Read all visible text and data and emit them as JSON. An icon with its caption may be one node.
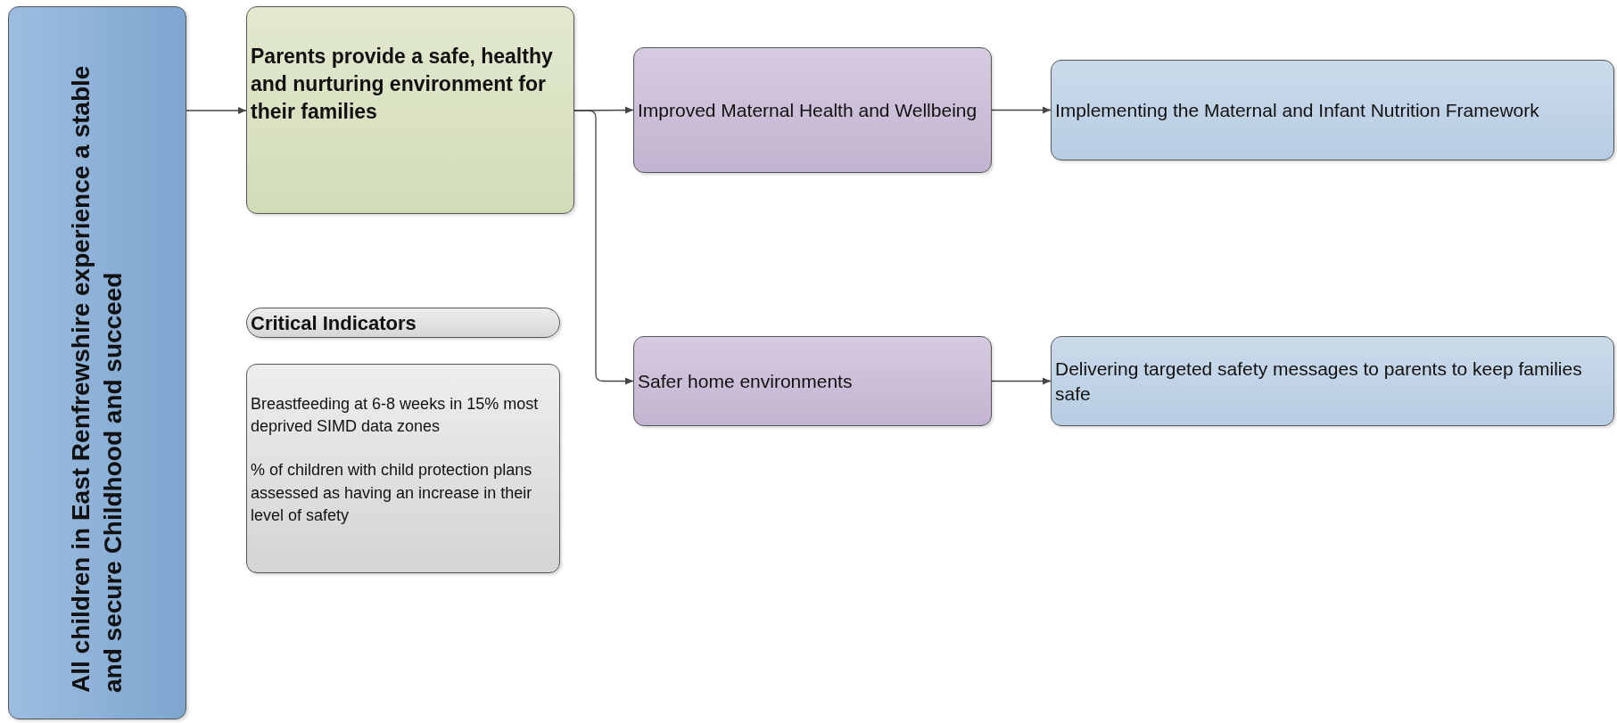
{
  "diagram": {
    "nodes": [
      {
        "text": [
          "All children in East Renfrewshire experience a stable and secure Childhood and succeed"
        ]
      },
      {
        "text": [
          "Parents provide a safe, healthy and nurturing environment for their families"
        ]
      },
      {
        "text": [
          "Improved Maternal Health and Wellbeing"
        ]
      },
      {
        "text": [
          "Safer home environments"
        ]
      },
      {
        "text": [
          "Implementing the Maternal and Infant Nutrition Framework"
        ]
      },
      {
        "text": [
          "Delivering targeted safety messages to parents to keep families safe"
        ]
      },
      {
        "text": [
          "Critical Indicators"
        ]
      },
      {
        "text": [
          "Breastfeeding at 6-8 weeks in 15% most deprived SIMD data zones",
          "% of children with child protection plans assessed as having an increase in their  level of safety"
        ]
      }
    ],
    "edges": [
      {
        "from": 0,
        "to": 1,
        "arrow": "to"
      },
      {
        "from": 1,
        "to": 2,
        "arrow": "to"
      },
      {
        "from": 1,
        "to": 3,
        "arrow": "to"
      },
      {
        "from": 2,
        "to": 4,
        "arrow": "to"
      },
      {
        "from": 3,
        "to": 5,
        "arrow": "to"
      }
    ]
  }
}
